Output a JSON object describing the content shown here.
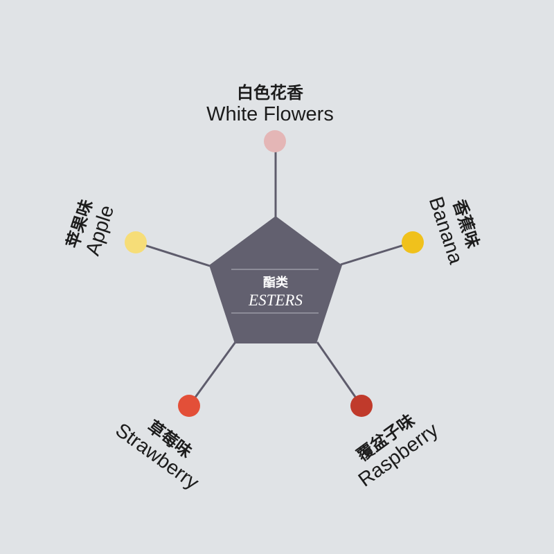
{
  "center": {
    "label_zh": "酯类",
    "label_en": "ESTERS",
    "color": "#62606f"
  },
  "connector_color": "#5e5c6c",
  "nodes": [
    {
      "id": "white-flowers",
      "label_zh": "白色花香",
      "label_en": "White Flowers",
      "color": "#e4b6b6"
    },
    {
      "id": "banana",
      "label_zh": "香蕉味",
      "label_en": "Banana",
      "color": "#f0c11c"
    },
    {
      "id": "raspberry",
      "label_zh": "覆盆子味",
      "label_en": "Raspberry",
      "color": "#c03a2b"
    },
    {
      "id": "strawberry",
      "label_zh": "草莓味",
      "label_en": "Strawberry",
      "color": "#e34f38"
    },
    {
      "id": "apple",
      "label_zh": "苹果味",
      "label_en": "Apple",
      "color": "#f6dd78"
    }
  ]
}
